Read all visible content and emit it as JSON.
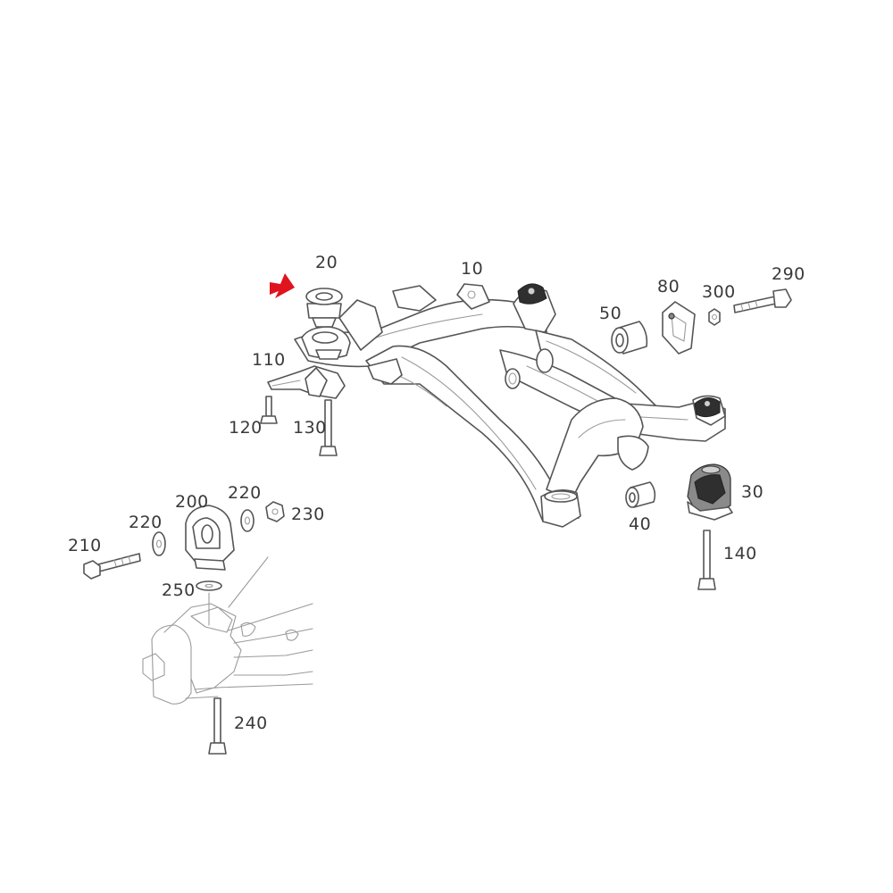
{
  "diagram": {
    "accent_color": "#e0141e",
    "indicator": "red-arrow-icon",
    "callouts": [
      {
        "id": "10",
        "text": "10"
      },
      {
        "id": "20",
        "text": "20"
      },
      {
        "id": "30",
        "text": "30"
      },
      {
        "id": "40",
        "text": "40"
      },
      {
        "id": "50",
        "text": "50"
      },
      {
        "id": "80",
        "text": "80"
      },
      {
        "id": "110",
        "text": "110"
      },
      {
        "id": "120",
        "text": "120"
      },
      {
        "id": "130",
        "text": "130"
      },
      {
        "id": "140",
        "text": "140"
      },
      {
        "id": "200",
        "text": "200"
      },
      {
        "id": "210",
        "text": "210"
      },
      {
        "id": "220a",
        "text": "220"
      },
      {
        "id": "220b",
        "text": "220"
      },
      {
        "id": "230",
        "text": "230"
      },
      {
        "id": "240",
        "text": "240"
      },
      {
        "id": "250",
        "text": "250"
      },
      {
        "id": "290",
        "text": "290"
      },
      {
        "id": "300",
        "text": "300"
      }
    ]
  }
}
